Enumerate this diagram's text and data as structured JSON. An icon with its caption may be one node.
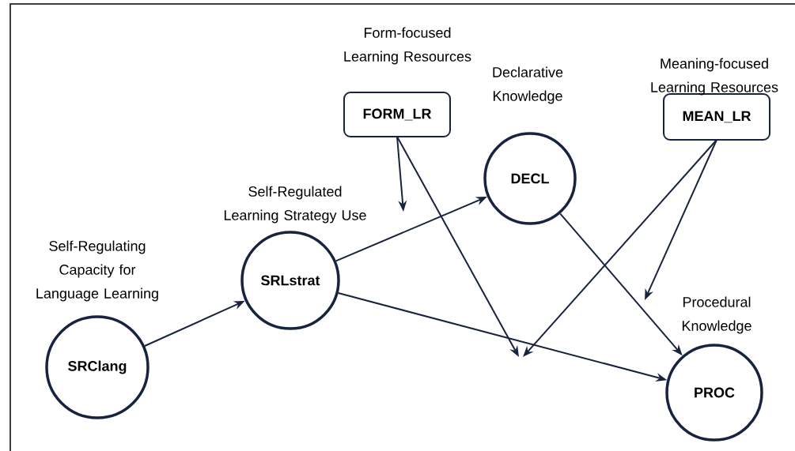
{
  "diagram": {
    "nodes": [
      {
        "text": [
          "SRClang"
        ],
        "beside": [
          "Self-Regulating Capacity for Language Learning"
        ]
      },
      {
        "text": [
          "SRLstrat"
        ],
        "beside": [
          "Self-Regulated Learning Strategy Use"
        ]
      },
      {
        "text": [
          "FORM_LR"
        ],
        "beside": [
          "Form-focused Learning Resources"
        ]
      },
      {
        "text": [
          "DECL"
        ],
        "beside": [
          "Declarative Knowledge"
        ]
      },
      {
        "text": [
          "MEAN_LR"
        ],
        "beside": [
          "Meaning-focused Learning Resources"
        ]
      },
      {
        "text": [
          "PROC"
        ],
        "beside": [
          "Procedural Knowledge"
        ]
      }
    ],
    "edges": [
      {
        "from": 0,
        "to": 1,
        "arrow": "to"
      },
      {
        "from": 1,
        "to": 3,
        "arrow": "to"
      },
      {
        "from": 1,
        "to": 5,
        "arrow": "to"
      },
      {
        "from": 3,
        "to": 5,
        "arrow": "to"
      },
      {
        "from": 2,
        "to": null,
        "arrow": "to"
      },
      {
        "from": 2,
        "to": null,
        "arrow": "to"
      },
      {
        "from": 4,
        "to": null,
        "arrow": "to"
      },
      {
        "from": 4,
        "to": null,
        "arrow": "to"
      }
    ]
  }
}
